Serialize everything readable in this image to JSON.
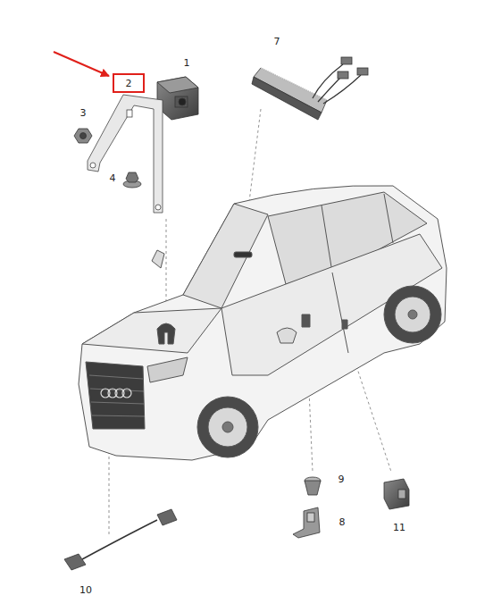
{
  "diagram": {
    "nodes": [
      {
        "text": [
          "2"
        ]
      }
    ],
    "labels": [
      "1",
      "3",
      "4",
      "7",
      "9",
      "8",
      "11",
      "10"
    ]
  }
}
